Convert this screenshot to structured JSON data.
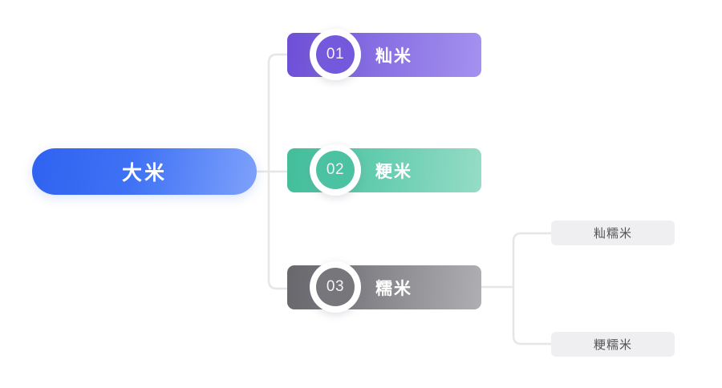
{
  "diagram": {
    "type": "mind-map",
    "background_color": "#ffffff",
    "connector_color": "#e6e6e8",
    "root": {
      "label": "大米",
      "text_color": "#ffffff",
      "gradient_from": "#2f62f0",
      "gradient_to": "#7ea1fb"
    },
    "branches": [
      {
        "number": "01",
        "label": "籼米",
        "accent_color": "#7559dd",
        "gradient_from": "#6c4fd6",
        "gradient_to": "#a491ef"
      },
      {
        "number": "02",
        "label": "粳米",
        "accent_color": "#4bc2a1",
        "gradient_from": "#43bd9a",
        "gradient_to": "#95dcc6"
      },
      {
        "number": "03",
        "label": "糯米",
        "accent_color": "#76767b",
        "gradient_from": "#67676c",
        "gradient_to": "#aeaeb3"
      }
    ],
    "leaves": [
      {
        "label": "籼糯米",
        "parent": "糯米",
        "background_color": "#efeff1",
        "text_color": "#545458"
      },
      {
        "label": "粳糯米",
        "parent": "糯米",
        "background_color": "#efeff1",
        "text_color": "#545458"
      }
    ]
  }
}
